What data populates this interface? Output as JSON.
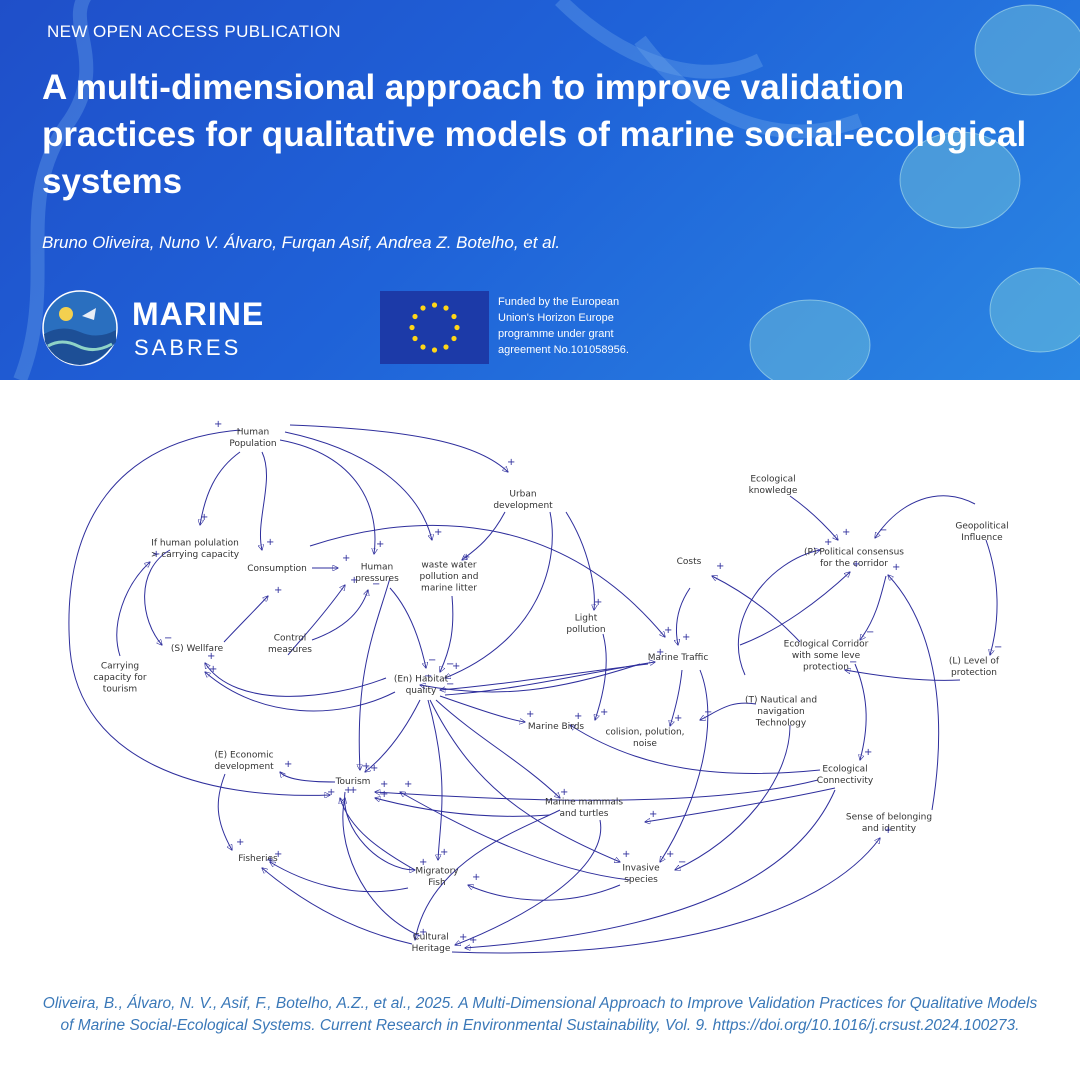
{
  "banner": {
    "label": "NEW OPEN ACCESS PUBLICATION",
    "title": "A multi-dimensional approach to improve validation practices for qualitative models of marine social-ecological systems",
    "authors": "Bruno Oliveira, Nuno V. Álvaro, Furqan Asif, Andrea Z. Botelho, et al.",
    "logo_word1": "MARINE",
    "logo_word2": "SABRES",
    "funding": "Funded by the European Union's Horizon Europe programme under grant agreement No.101058956.",
    "accent": "#1f62d8"
  },
  "diagram": {
    "nodes": [
      {
        "id": "human_population",
        "lines": [
          "Human",
          "Population"
        ]
      },
      {
        "id": "urban_development",
        "lines": [
          "Urban",
          "development"
        ]
      },
      {
        "id": "ecological_knowledge",
        "lines": [
          "Ecological",
          "knowledge"
        ]
      },
      {
        "id": "geopolitical_influence",
        "lines": [
          "Geopolitical",
          "Influence"
        ]
      },
      {
        "id": "carrying_capacity_condition",
        "lines": [
          "If human polulation",
          "> carrying capacity"
        ]
      },
      {
        "id": "consumption",
        "lines": [
          "Consumption"
        ]
      },
      {
        "id": "human_pressures",
        "lines": [
          "Human",
          "pressures"
        ]
      },
      {
        "id": "waste_water",
        "lines": [
          "waste water",
          "pollution and",
          "marine litter"
        ]
      },
      {
        "id": "costs",
        "lines": [
          "Costs"
        ]
      },
      {
        "id": "political_consensus",
        "lines": [
          "(P) Political consensus",
          "for the corridor"
        ]
      },
      {
        "id": "light_pollution",
        "lines": [
          "Light",
          "pollution"
        ]
      },
      {
        "id": "wellfare",
        "lines": [
          "(S) Wellfare"
        ]
      },
      {
        "id": "control_measures",
        "lines": [
          "Control",
          "measures"
        ]
      },
      {
        "id": "carrying_capacity_tourism",
        "lines": [
          "Carrying",
          "capacity for",
          "tourism"
        ]
      },
      {
        "id": "habitat_quality",
        "lines": [
          "(En) Habitat",
          "quality"
        ]
      },
      {
        "id": "marine_traffic",
        "lines": [
          "Marine Traffic"
        ]
      },
      {
        "id": "ecological_corridor",
        "lines": [
          "Ecological Corridor",
          "with some leve",
          "protection"
        ]
      },
      {
        "id": "level_protection",
        "lines": [
          "(L) Level of",
          "protection"
        ]
      },
      {
        "id": "nautical_tech",
        "lines": [
          "(T) Nautical and",
          "navigation",
          "Technology"
        ]
      },
      {
        "id": "marine_birds",
        "lines": [
          "Marine Birds"
        ]
      },
      {
        "id": "collision",
        "lines": [
          "colision, polution,",
          "noise"
        ]
      },
      {
        "id": "economic_development",
        "lines": [
          "(E) Economic",
          "development"
        ]
      },
      {
        "id": "tourism",
        "lines": [
          "Tourism"
        ]
      },
      {
        "id": "ecological_connectivity",
        "lines": [
          "Ecological",
          "Connectivity"
        ]
      },
      {
        "id": "marine_mammals",
        "lines": [
          "Marine mammals",
          "and turtles"
        ]
      },
      {
        "id": "sense_belonging",
        "lines": [
          "Sense of belonging",
          "and identity"
        ]
      },
      {
        "id": "fisheries",
        "lines": [
          "Fisheries"
        ]
      },
      {
        "id": "migratory_fish",
        "lines": [
          "Migratory",
          "Fish"
        ]
      },
      {
        "id": "invasive_species",
        "lines": [
          "Invasive",
          "species"
        ]
      },
      {
        "id": "cultural_heritage",
        "lines": [
          "Cultural",
          "Heritage"
        ]
      }
    ],
    "plus": "+",
    "minus": "−"
  },
  "citation": "Oliveira, B., Álvaro, N. V., Asif, F., Botelho, A.Z., et al., 2025. A Multi-Dimensional Approach to Improve Validation Practices for Qualitative Models of Marine Social-Ecological Systems. Current Research in Environmental Sustainability, Vol. 9. https://doi.org/10.1016/j.crsust.2024.100273."
}
